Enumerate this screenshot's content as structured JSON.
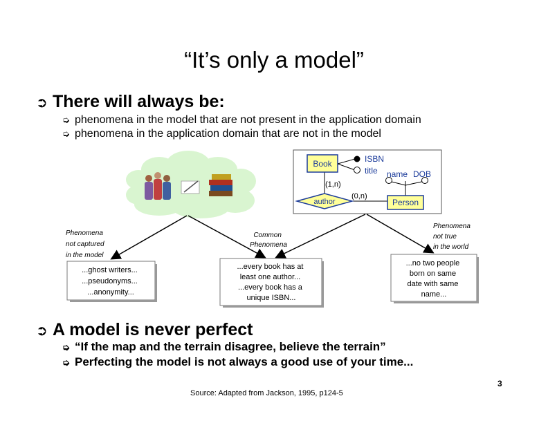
{
  "title": "“It’s only a model”",
  "bullets": [
    {
      "text": "There will always be:",
      "subs": [
        "phenomena in the model that are not present in the application domain",
        "phenomena in the application domain that are not in the model"
      ]
    },
    {
      "text": "A model is never perfect",
      "subs": [
        "“If the map and the terrain disagree, believe the terrain”",
        "Perfecting the model is not always a good use of your time..."
      ]
    }
  ],
  "figure": {
    "er": {
      "book": "Book",
      "isbn": "ISBN",
      "title_attr": "title",
      "name": "name",
      "dob": "DOB",
      "card_book": "(1,n)",
      "relationship": "author",
      "card_person": "(0,n)",
      "person": "Person"
    },
    "left_label": [
      "Phenomena",
      "not captured",
      "in the model"
    ],
    "center_label": [
      "Common",
      "Phenomena"
    ],
    "right_label": [
      "Phenomena",
      "not true",
      "in the world"
    ],
    "left_box": [
      "...ghost writers...",
      "...pseudonyms...",
      "...anonymity..."
    ],
    "center_box": [
      "...every book has at",
      "least one author...",
      "...every book has a",
      "unique ISBN..."
    ],
    "right_box": [
      "...no two people",
      "born on same",
      "date with same",
      "name..."
    ]
  },
  "source": "Source: Adapted from Jackson, 1995, p124-5",
  "page_number": "3",
  "colors": {
    "er_box": "#ffff99",
    "er_border": "#1a3a9a",
    "er_text": "#1a3a9a"
  }
}
